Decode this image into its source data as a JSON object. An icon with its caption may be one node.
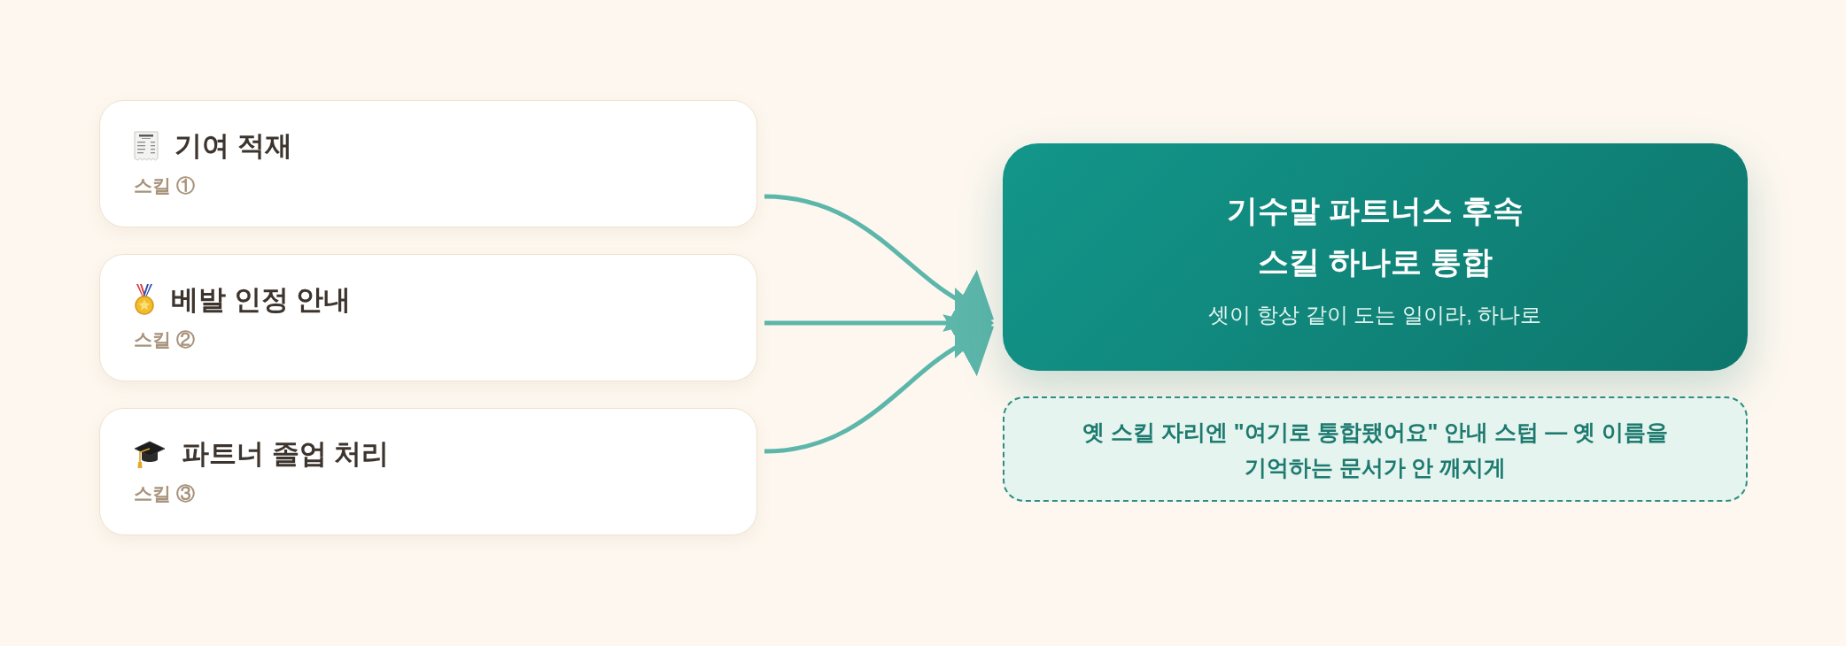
{
  "diagram": {
    "nodes": [
      {
        "text": [
          "기여 적재",
          "스킬 ①"
        ]
      },
      {
        "text": [
          "베발 인정 안내",
          "스킬 ②"
        ]
      },
      {
        "text": [
          "파트너 졸업 처리",
          "스킬 ③"
        ]
      },
      {
        "text": [
          "기수말 파트너스 후속 스킬 하나로 통합",
          "셋이 항상 같이 도는 일이라, 하나로"
        ]
      },
      {
        "text": [
          "옛 스킬 자리엔 \"여기로 통합됐어요\" 안내 스텁 — 옛 이름을 기억하는 문서가 안 깨지게"
        ]
      }
    ],
    "edges": [
      {
        "from": 0,
        "to": 3,
        "arrow": "to"
      },
      {
        "from": 1,
        "to": 3,
        "arrow": "to"
      },
      {
        "from": 2,
        "to": 3,
        "arrow": "to"
      }
    ]
  }
}
